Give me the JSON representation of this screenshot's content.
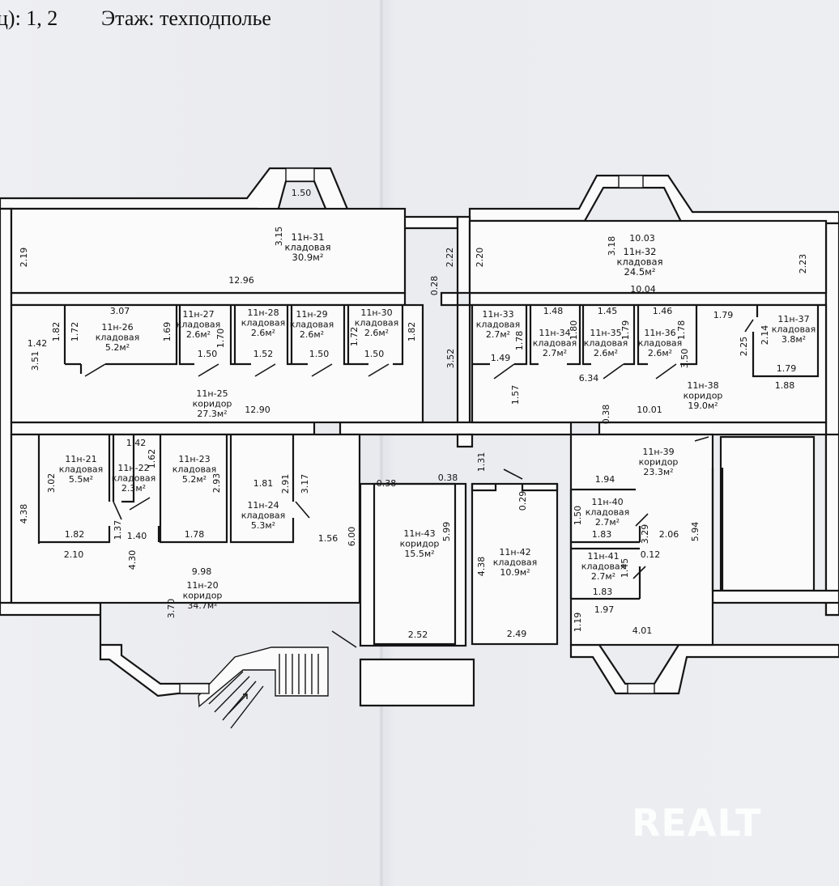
{
  "header": {
    "entrance": "ц): 1, 2",
    "floor": "Этаж: техподполье"
  },
  "rooms": [
    {
      "id": "11н-31",
      "type": "кладовая",
      "area": "30.9м²"
    },
    {
      "id": "11н-32",
      "type": "кладовая",
      "area": "24.5м²"
    },
    {
      "id": "11н-26",
      "type": "кладовая",
      "area": "5.2м²"
    },
    {
      "id": "11н-27",
      "type": "кладовая",
      "area": "2.6м²"
    },
    {
      "id": "11н-28",
      "type": "кладовая",
      "area": "2.6м²"
    },
    {
      "id": "11н-29",
      "type": "кладовая",
      "area": "2.6м²"
    },
    {
      "id": "11н-30",
      "type": "кладовая",
      "area": "2.6м²"
    },
    {
      "id": "11н-25",
      "type": "коридор",
      "area": "27.3м²"
    },
    {
      "id": "11н-33",
      "type": "кладовая",
      "area": "2.7м²"
    },
    {
      "id": "11н-34",
      "type": "кладовая",
      "area": "2.7м²"
    },
    {
      "id": "11н-35",
      "type": "кладовая",
      "area": "2.6м²"
    },
    {
      "id": "11н-36",
      "type": "кладовая",
      "area": "2.6м²"
    },
    {
      "id": "11н-37",
      "type": "кладовая",
      "area": "3.8м²"
    },
    {
      "id": "11н-38",
      "type": "коридор",
      "area": "19.0м²"
    },
    {
      "id": "11н-39",
      "type": "коридор",
      "area": "23.3м²"
    },
    {
      "id": "11н-21",
      "type": "кладовая",
      "area": "5.5м²"
    },
    {
      "id": "11н-22",
      "type": "кладовая",
      "area": "2.3м²"
    },
    {
      "id": "11н-23",
      "type": "кладовая",
      "area": "5.2м²"
    },
    {
      "id": "11н-24",
      "type": "кладовая",
      "area": "5.3м²"
    },
    {
      "id": "11н-43",
      "type": "коридор",
      "area": "15.5м²"
    },
    {
      "id": "11н-42",
      "type": "кладовая",
      "area": "10.9м²"
    },
    {
      "id": "11н-40",
      "type": "кладовая",
      "area": "2.7м²"
    },
    {
      "id": "11н-41",
      "type": "кладовая",
      "area": "2.7м²"
    },
    {
      "id": "11н-20",
      "type": "коридор",
      "area": "34.7м²"
    }
  ],
  "dimensions": [
    "1.50",
    "3.15",
    "2.19",
    "12.96",
    "2.22",
    "10.03",
    "3.18",
    "2.20",
    "2.23",
    "10.04",
    "0.28",
    "3.07",
    "1.82",
    "1.72",
    "1.69",
    "1.70",
    "1.72",
    "1.82",
    "1.42",
    "3.51",
    "1.50",
    "1.52",
    "1.50",
    "1.50",
    "12.90",
    "1.48",
    "1.45",
    "1.46",
    "1.79",
    "1.80",
    "1.78",
    "1.79",
    "1.78",
    "3.52",
    "1.49",
    "6.34",
    "3.50",
    "2.25",
    "2.14",
    "1.79",
    "1.88",
    "1.57",
    "0.38",
    "10.01",
    "1.42",
    "1.62",
    "3.02",
    "2.93",
    "1.81",
    "2.91",
    "3.17",
    "4.38",
    "1.37",
    "1.82",
    "1.40",
    "1.78",
    "1.56",
    "2.10",
    "4.30",
    "6.00",
    "0.38",
    "0.38",
    "1.31",
    "5.99",
    "4.38",
    "0.29",
    "1.94",
    "1.50",
    "1.83",
    "3.29",
    "2.06",
    "5.94",
    "0.12",
    "1.45",
    "1.83",
    "9.98",
    "3.70",
    "2.52",
    "2.49",
    "1.19",
    "1.97",
    "4.01"
  ],
  "watermark": "REALT"
}
